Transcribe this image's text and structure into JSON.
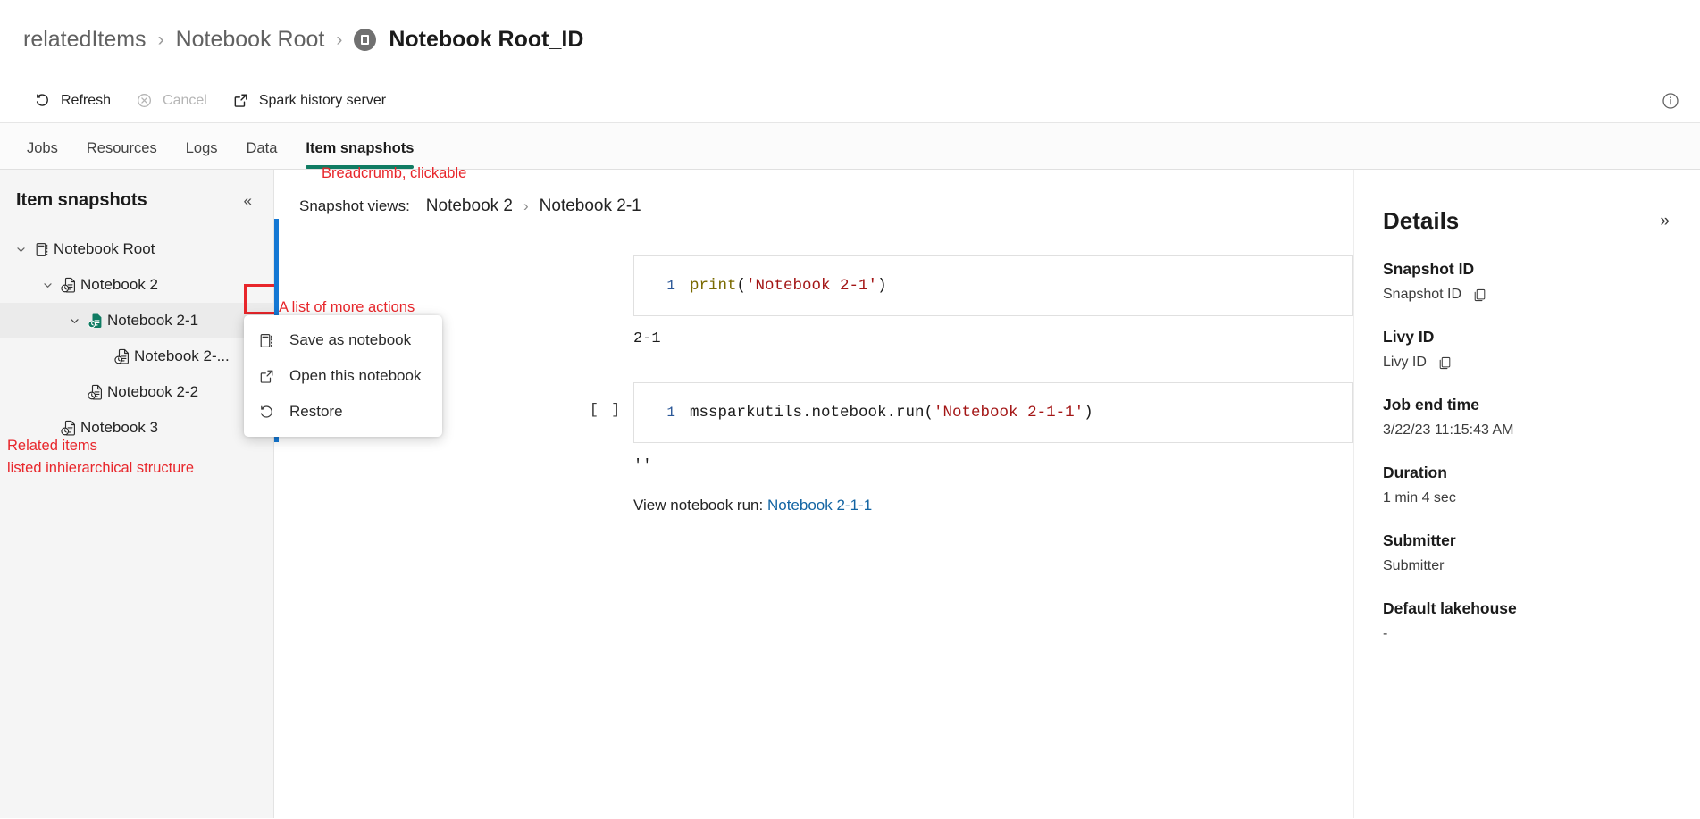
{
  "breadcrumb": {
    "items": [
      {
        "label": "relatedItems",
        "type": "link"
      },
      {
        "label": "Notebook Root",
        "type": "link"
      }
    ],
    "separator": "›",
    "current": "Notebook Root_ID",
    "current_icon": "notebook-badge-icon"
  },
  "commandbar": {
    "refresh": "Refresh",
    "cancel": "Cancel",
    "spark_history": "Spark history server",
    "info_icon": "info-icon"
  },
  "tabs": [
    {
      "label": "Jobs",
      "active": false
    },
    {
      "label": "Resources",
      "active": false
    },
    {
      "label": "Logs",
      "active": false
    },
    {
      "label": "Data",
      "active": false
    },
    {
      "label": "Item snapshots",
      "active": true
    }
  ],
  "tree_panel": {
    "title": "Item snapshots",
    "collapse_icon": "chevron-double-left-icon",
    "nodes": [
      {
        "label": "Notebook Root",
        "depth": 0,
        "expanded": true,
        "icon": "notebook-icon",
        "selected": false,
        "has_more": false
      },
      {
        "label": "Notebook 2",
        "depth": 1,
        "expanded": true,
        "icon": "snapshot-icon",
        "selected": false,
        "has_more": false
      },
      {
        "label": "Notebook 2-1",
        "depth": 2,
        "expanded": true,
        "icon": "snapshot-icon-active",
        "selected": true,
        "has_more": true
      },
      {
        "label": "Notebook 2-...",
        "depth": 3,
        "expanded": null,
        "icon": "snapshot-icon",
        "selected": false,
        "has_more": false
      },
      {
        "label": "Notebook 2-2",
        "depth": 2,
        "expanded": null,
        "icon": "snapshot-icon",
        "selected": false,
        "has_more": false
      },
      {
        "label": "Notebook 3",
        "depth": 1,
        "expanded": null,
        "icon": "snapshot-icon",
        "selected": false,
        "has_more": false
      }
    ],
    "annotation_line1": "Related items",
    "annotation_line2": "listed inhierarchical structure"
  },
  "context_menu": {
    "annotation": "A list of more actions",
    "items": [
      {
        "label": "Save as notebook",
        "icon": "notebook-icon"
      },
      {
        "label": "Open this notebook",
        "icon": "open-external-icon"
      },
      {
        "label": "Restore",
        "icon": "restore-icon"
      }
    ]
  },
  "snapshot_views": {
    "annotation": "Breadcrumb, clickable",
    "label": "Snapshot views:",
    "parent": "Notebook 2",
    "separator": "›",
    "current": "Notebook 2-1"
  },
  "notebook": {
    "cells": [
      {
        "run_mark": "",
        "line_number": "1",
        "code_parts": [
          {
            "text": "print",
            "type": "function"
          },
          {
            "text": "(",
            "type": "plain"
          },
          {
            "text": "'Notebook 2-1'",
            "type": "string"
          },
          {
            "text": ")",
            "type": "plain"
          }
        ],
        "output": "2-1"
      },
      {
        "run_mark": "[ ]",
        "line_number": "1",
        "code_parts": [
          {
            "text": "mssparkutils.notebook.run(",
            "type": "plain"
          },
          {
            "text": "'Notebook 2-1-1'",
            "type": "string"
          },
          {
            "text": ")",
            "type": "plain"
          }
        ],
        "output": "''"
      }
    ],
    "run_link_label": "View notebook run:",
    "run_link_text": "Notebook 2-1-1"
  },
  "details": {
    "title": "Details",
    "expand_icon": "chevron-double-right-icon",
    "fields": [
      {
        "label": "Snapshot ID",
        "value": "Snapshot ID",
        "copyable": true
      },
      {
        "label": "Livy ID",
        "value": "Livy ID",
        "copyable": true
      },
      {
        "label": "Job end time",
        "value": "3/22/23 11:15:43 AM",
        "copyable": false
      },
      {
        "label": "Duration",
        "value": "1 min 4 sec",
        "copyable": false
      },
      {
        "label": "Submitter",
        "value": "Submitter",
        "copyable": false
      },
      {
        "label": "Default lakehouse",
        "value": "-",
        "copyable": false
      }
    ]
  },
  "colors": {
    "accent_green": "#107c63",
    "annotation_red": "#e8262b",
    "splitter_blue": "#1478d4",
    "link_blue": "#1264a3",
    "string_red": "#a31515"
  }
}
